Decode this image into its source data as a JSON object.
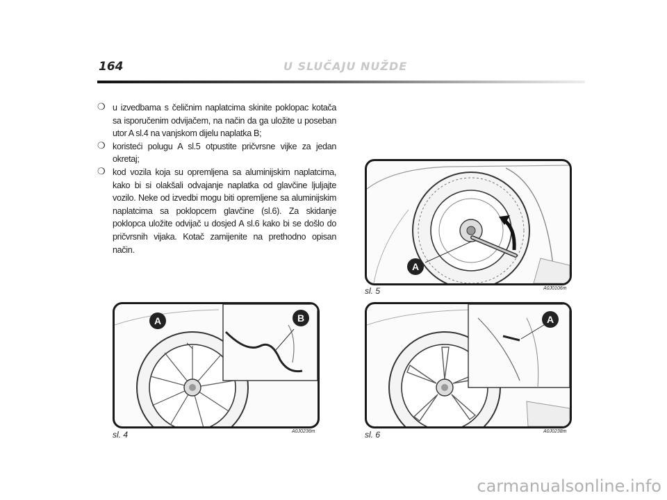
{
  "header": {
    "page_number": "164",
    "chapter_title": "U SLUČAJU NUŽDE"
  },
  "body": {
    "bullet_symbol": "❍",
    "items": [
      {
        "text": "u izvedbama s čeličnim naplatcima skinite poklopac kotača sa isporučenim odvijačem, na način da ga uložite u poseban utor A sl.4 na vanjskom dijelu naplatka B;"
      },
      {
        "text": "koristeći polugu A sl.5  otpustite pričvrsne vijke za jedan okretaj;"
      },
      {
        "text": "kod vozila koja su opremljena sa aluminijskim naplatcima, kako bi si olakšali odvajanje naplatka od glavčine ljuljajte vozilo. Neke od izvedbi mogu biti opremljene sa aluminijskim naplatcima sa poklopcem glavčine (sl.6). Za skidanje poklopca uložite odvijač u dosjed A sl.6 kako bi se došlo do pričvrsnih vijaka. Kotač zamijenite na prethodno opisan način."
      }
    ]
  },
  "figures": {
    "fig5": {
      "label": "sl. 5",
      "code": "A0J0106m",
      "callout_a": "A"
    },
    "fig4": {
      "label": "sl. 4",
      "code": "A0J0236m",
      "callout_a": "A",
      "callout_b": "B"
    },
    "fig6": {
      "label": "sl. 6",
      "code": "A0J0238m",
      "callout_a": "A"
    }
  },
  "watermark": {
    "text": "carmanualsonline.info"
  }
}
